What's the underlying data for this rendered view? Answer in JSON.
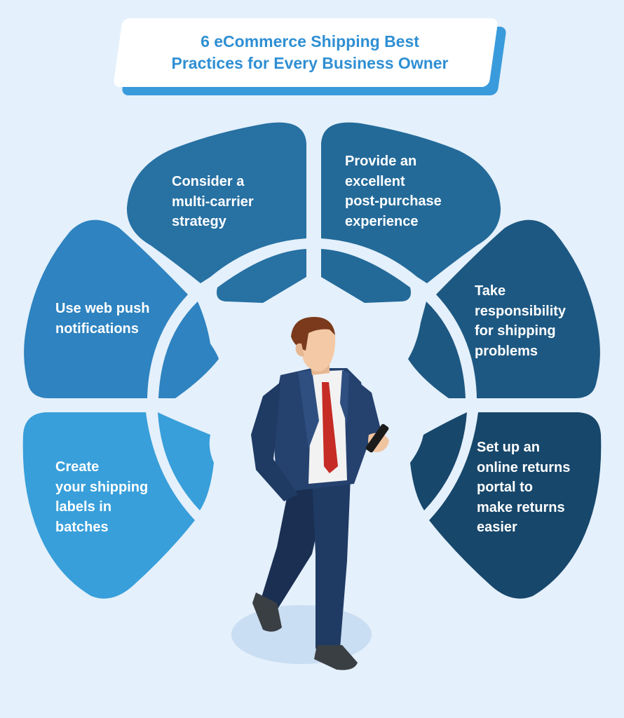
{
  "title": {
    "line1": "6 eCommerce Shipping Best",
    "line2": "Practices for Every Business Owner"
  },
  "steps": [
    {
      "lines": [
        "Consider a",
        "multi-carrier",
        "strategy"
      ],
      "color": "#2771a3"
    },
    {
      "lines": [
        "Provide an",
        "excellent",
        "post-purchase",
        "experience"
      ],
      "color": "#236a99"
    },
    {
      "lines": [
        "Take",
        "responsibility",
        "for shipping",
        "problems"
      ],
      "color": "#1d5882"
    },
    {
      "lines": [
        "Set up an",
        "online returns",
        "portal to",
        "make returns",
        "easier"
      ],
      "color": "#17476b"
    },
    {
      "lines": [
        "Create",
        "your shipping",
        "labels in",
        "batches"
      ],
      "color": "#389fda"
    },
    {
      "lines": [
        "Use web push",
        "notifications"
      ],
      "color": "#2e83c0"
    }
  ],
  "colors": {
    "background": "#e4f0fb",
    "title_text": "#2f8fd3",
    "title_shadow": "#3a9bdc"
  },
  "illustration": "businessman-walking-with-phone"
}
